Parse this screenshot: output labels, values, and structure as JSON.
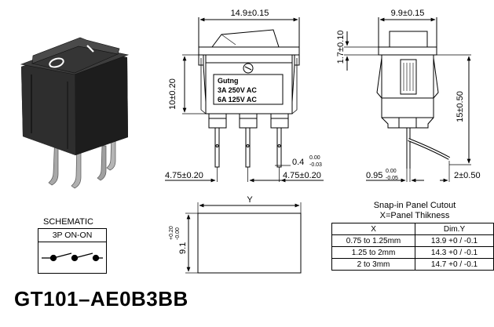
{
  "part_number": "GT101–AE0B3BB",
  "switch_markings": {
    "brand": "Gutng",
    "rating_1": "3A 250V AC",
    "rating_2": "6A 125V AC",
    "symbol_on": "I",
    "symbol_off": "O"
  },
  "dimensions": {
    "front_width": "14.9±0.15",
    "front_height": "10±0.20",
    "side_width": "9.9±0.15",
    "side_top": "1.7±0.10",
    "side_height": "15±0.50",
    "terminal_pitch_left": "4.75±0.20",
    "terminal_pitch_right": "4.75±0.20",
    "terminal_thickness_nominal": "0.4",
    "terminal_thickness_tol_plus": "0.00",
    "terminal_thickness_tol_minus": "-0.03",
    "panel_clip_nominal": "0.95",
    "panel_clip_tol_plus": "0.00",
    "panel_clip_tol_minus": "-0.05",
    "lead_offset": "2±0.50"
  },
  "cutout": {
    "width_label": "Y",
    "height_nominal": "9.1",
    "height_tol_plus": "+0.20",
    "height_tol_minus": "-0.00",
    "title_line1": "Snap-in Panel Cutout",
    "title_line2": "X=Panel Thikness",
    "table_headers": [
      "X",
      "Dim.Y"
    ],
    "table_rows": [
      [
        "0.75 to 1.25mm",
        "13.9 +0 / -0.1"
      ],
      [
        "1.25 to 2mm",
        "14.3 +0 / -0.1"
      ],
      [
        "2 to 3mm",
        "14.7 +0 / -0.1"
      ]
    ]
  },
  "schematic": {
    "title": "SCHEMATIC",
    "label": "3P ON-ON"
  },
  "colors": {
    "switch_body": "#2b2b2b",
    "switch_top": "#3a3a3a",
    "terminal_metal": "#9a9a9a",
    "line": "#000000"
  }
}
